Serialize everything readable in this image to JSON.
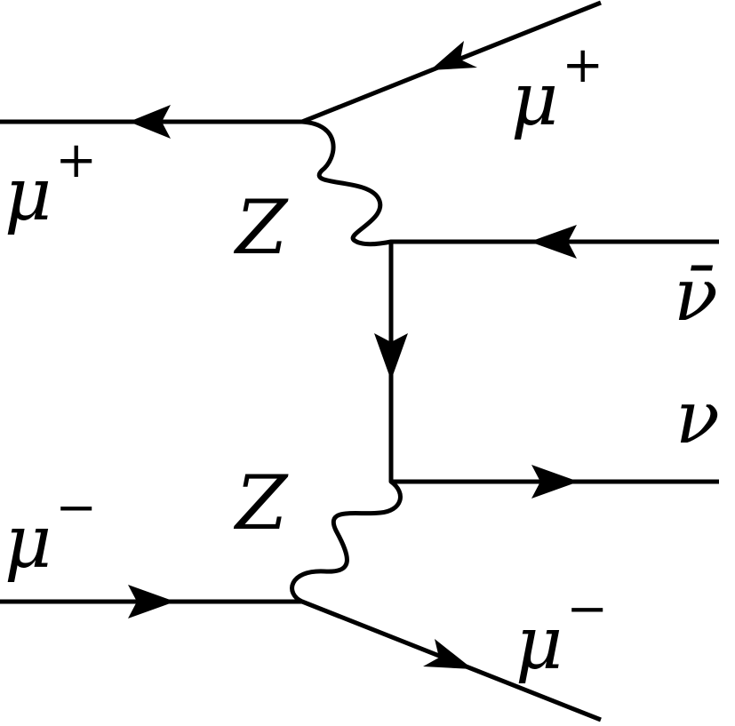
{
  "particles": {
    "incoming_mu_plus": {
      "symbol": "μ",
      "charge": "+"
    },
    "outgoing_mu_plus": {
      "symbol": "μ",
      "charge": "+"
    },
    "incoming_mu_minus": {
      "symbol": "μ",
      "charge": "−"
    },
    "outgoing_mu_minus": {
      "symbol": "μ",
      "charge": "−"
    },
    "antineutrino": {
      "symbol": "ν̄"
    },
    "neutrino": {
      "symbol": "ν"
    },
    "upper_boson": {
      "symbol": "Z"
    },
    "lower_boson": {
      "symbol": "Z"
    }
  }
}
